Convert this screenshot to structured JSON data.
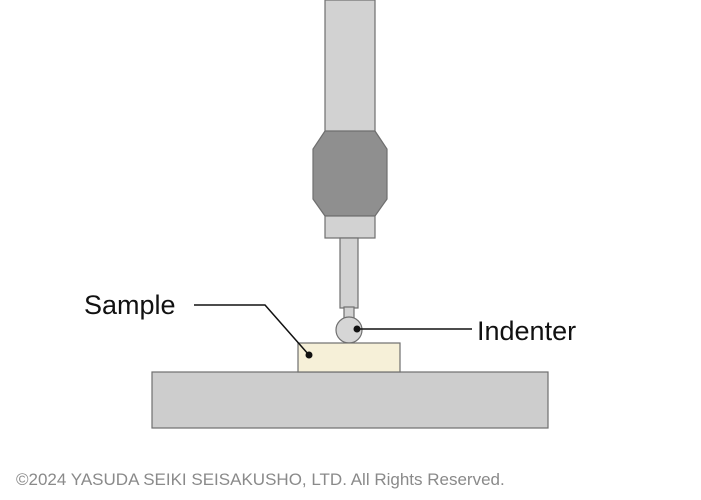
{
  "labels": {
    "sample": "Sample",
    "indenter": "Indenter"
  },
  "copyright": "©2024 YASUDA SEIKI SEISAKUSHO, LTD. All Rights Reserved.",
  "colors": {
    "shaft": "#d2d2d2",
    "collar": "#8f8f8f",
    "tip": "#d6d6d6",
    "base": "#cdcdcd",
    "sample": "#f6f0d8",
    "outline": "#6f6f6f",
    "leader": "#111111",
    "text": "#111111",
    "copyright": "#8a8a8a"
  }
}
